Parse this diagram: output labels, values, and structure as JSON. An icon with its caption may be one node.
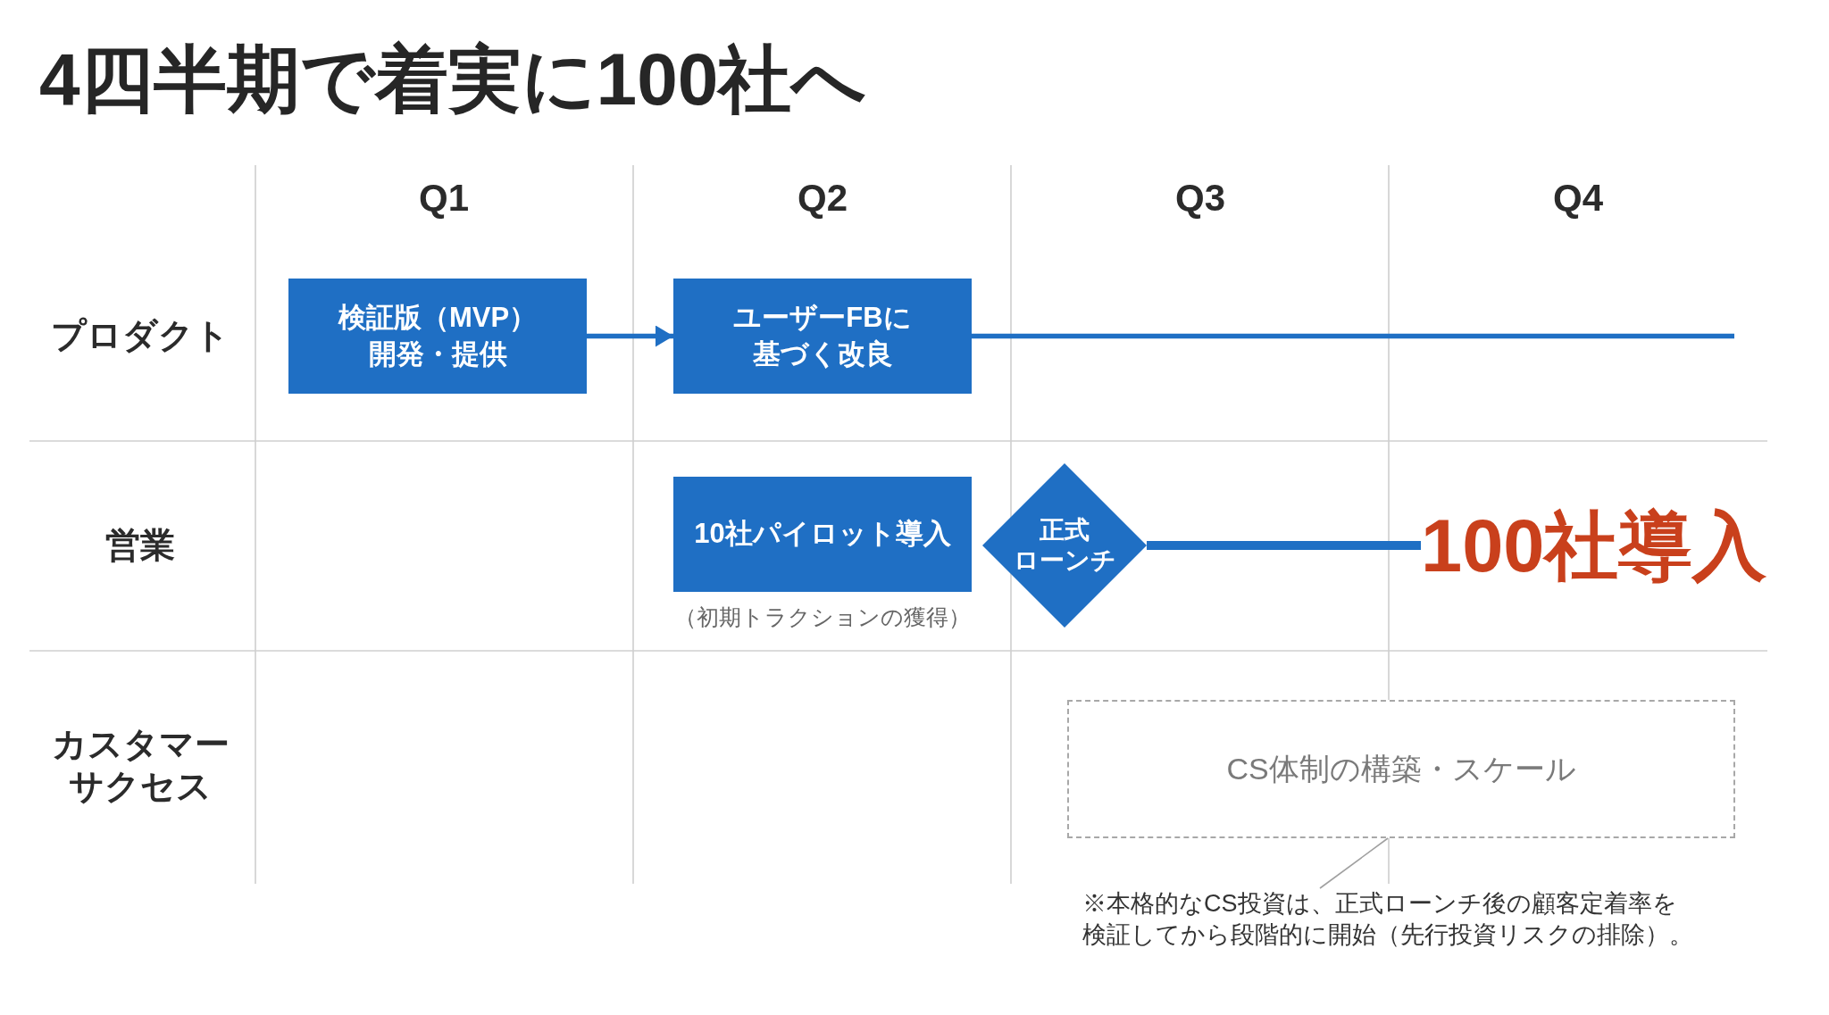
{
  "diagram": {
    "title": "4四半期で着実に100社へ",
    "nodes": [
      {
        "text": [
          "検証版（MVP）開発・提供"
        ]
      },
      {
        "text": [
          "ユーザーFBに基づく改良"
        ]
      },
      {
        "text": [
          "10社パイロット導入"
        ],
        "beside": [
          "（初期トラクションの獲得）"
        ]
      },
      {
        "text": [
          "正式ローンチ"
        ]
      },
      {
        "text": [
          "100社導入"
        ]
      },
      {
        "text": [
          "CS体制の構築・スケール"
        ]
      },
      {
        "text": [
          "※本格的なCS投資は、正式ローンチ後の顧客定着率を検証してから段階的に開始（先行投資リスクの排除）。"
        ]
      }
    ],
    "edges": [
      {
        "from": 0,
        "to": 1,
        "arrow": "to"
      },
      {
        "from": 1,
        "to": null,
        "arrow": "none"
      },
      {
        "from": 3,
        "to": 4,
        "arrow": "none",
        "style": "thick"
      },
      {
        "from": 6,
        "to": 5,
        "arrow": "none",
        "color": "#a0a0a0"
      }
    ],
    "labels": [
      "Q1",
      "Q2",
      "Q3",
      "Q4",
      "プロダクト",
      "営業",
      "カスタマーサクセス"
    ]
  }
}
